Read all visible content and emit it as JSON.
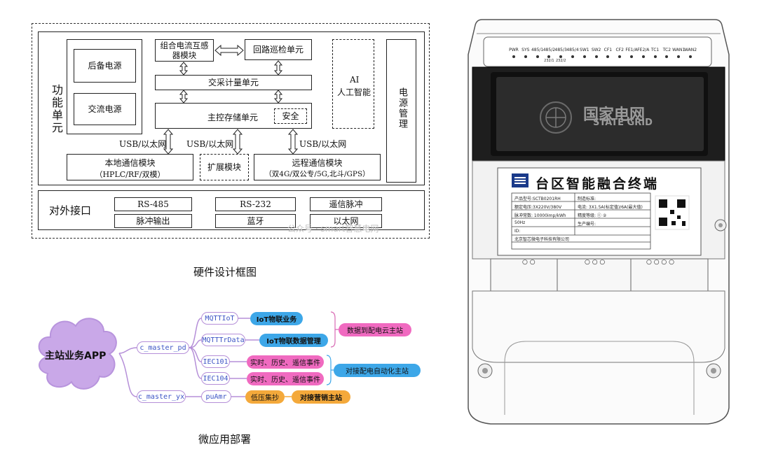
{
  "hardware": {
    "caption": "硬件设计框图",
    "functional_unit": "功能单元",
    "backup_power": "后备电源",
    "ac_power": "交流电源",
    "ct_module": "组合电流互感器模块",
    "loop_inspect": "回路巡检单元",
    "ac_metering": "交采计量单元",
    "main_control": "主控存储单元",
    "security": "安全",
    "ai_line1": "AI",
    "ai_line2": "人工智能",
    "power_mgmt": "电源管理",
    "usb_eth": "USB/以太网",
    "local_comm_line1": "本地通信模块",
    "local_comm_line2": "（HPLC/RF/双模）",
    "expand": "扩展模块",
    "remote_comm_line1": "远程通信模块",
    "remote_comm_line2": "（双4G/双公专/5G,北斗/GPS）",
    "ext_interface": "对外接口",
    "rs485": "RS-485",
    "rs232": "RS-232",
    "remote_pulse": "遥信脉冲",
    "pulse_out": "脉冲输出",
    "bluetooth": "蓝牙",
    "ethernet": "以太网",
    "watermark": "公众号 · smart智慧电网"
  },
  "micro_app": {
    "caption": "微应用部署",
    "cloud": "主站业务APP",
    "master_pd": "c_master_pd",
    "master_yx": "c_master_yx",
    "mqttiot": "MQTTIoT",
    "mqtttrdata": "MQTTTrData",
    "iec101": "IEC101",
    "iec104": "IEC104",
    "puamr": "puAmr",
    "iot_business": "IoT物联业务",
    "iot_data": "IoT物联数据管理",
    "realtime1": "实时、历史、遥信事件",
    "realtime2": "实时、历史、遥信事件",
    "low_voltage": "低压集抄",
    "to_cloud": "数据到配电云主站",
    "to_dist": "对接配电自动化主站",
    "to_marketing": "对接营销主站",
    "colors": {
      "cloud": "#c9a8e8",
      "blue": "#3da7e8",
      "pink": "#f06ac0",
      "orange": "#f4a93b",
      "branch": "#b58fd8"
    }
  },
  "meter": {
    "leds": [
      "PWR",
      "SYS",
      "485/1",
      "485/2",
      "485/3",
      "485/4",
      "SW1",
      "SW2",
      "CF1",
      "CF2",
      "FE1/A",
      "FE2/A",
      "TC1",
      "TC2",
      "WAN1",
      "WAN2"
    ],
    "leds_sub": [
      "232/1",
      "232/2"
    ],
    "brand_cn": "国家电网",
    "brand_en": "STATE GRID",
    "title": "台区智能融合终端",
    "model": "产品型号:SCTB0201RH",
    "standard": "制造标准:",
    "voltage": "额定电压:3X220V/380V",
    "current": "电流: 3X1.5A(标定值)/6A(最大值)",
    "pulse": "脉冲常数: 10000imp/kWh",
    "accuracy": "精度等级: ⓒ ②",
    "freq": "50Hz",
    "prod_date": "生产编号:",
    "id": "ID:",
    "maker": "北京智芯微电子科技有限公司",
    "terminals": [
      "○ ○",
      "○ ○ ○",
      "○ ○ ○ ○"
    ]
  }
}
